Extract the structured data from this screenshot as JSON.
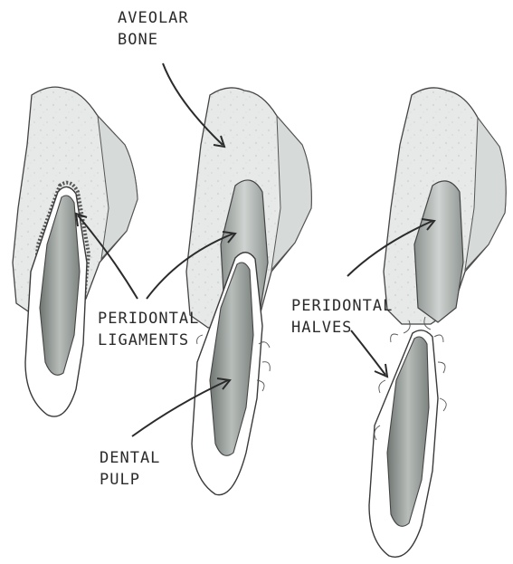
{
  "labels": {
    "alveolar_bone": [
      "AVEOLAR",
      "BONE"
    ],
    "periodontal_ligaments": [
      "PERIDONTAL",
      "LIGAMENTS"
    ],
    "periodontal_halves": [
      "PERIDONTAL",
      "HALVES"
    ],
    "dental_pulp": [
      "DENTAL",
      "PULP"
    ]
  },
  "colors": {
    "bone": "#e7e9e8",
    "bone_dark": "#c9cdcb",
    "tooth": "#ffffff",
    "pulp": "#9fa5a2",
    "pulp_dark": "#6f7672",
    "ink": "#3a3a3a"
  }
}
